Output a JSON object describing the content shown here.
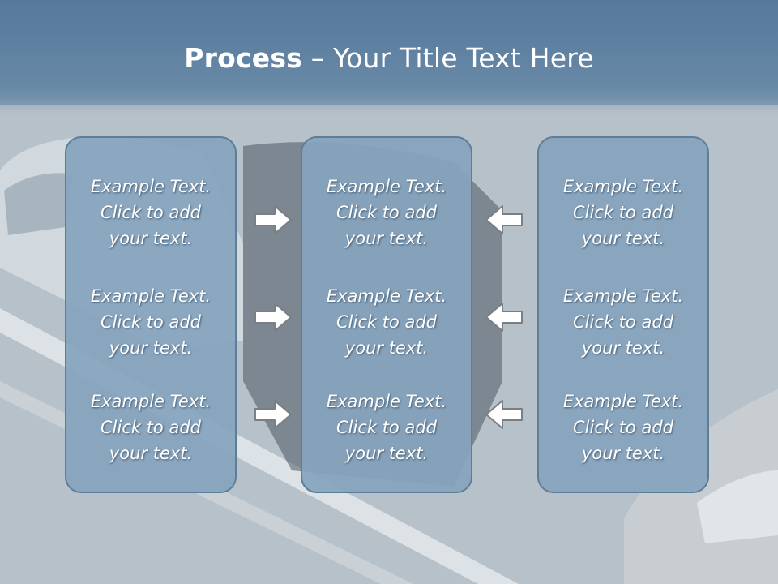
{
  "slide": {
    "title_bold": "Process",
    "title_rest": " – Your Title Text Here"
  },
  "columns": [
    {
      "items": [
        {
          "line1": "Example Text.",
          "line2": "Click  to add",
          "line3": "your text."
        },
        {
          "line1": "Example Text.",
          "line2": "Click  to add",
          "line3": "your text."
        },
        {
          "line1": "Example Text.",
          "line2": "Click  to add",
          "line3": "your text."
        }
      ]
    },
    {
      "items": [
        {
          "line1": "Example Text.",
          "line2": "Click  to add",
          "line3": "your text."
        },
        {
          "line1": "Example Text.",
          "line2": "Click  to add",
          "line3": "your text."
        },
        {
          "line1": "Example Text.",
          "line2": "Click  to add",
          "line3": "your text."
        }
      ]
    },
    {
      "items": [
        {
          "line1": "Example Text.",
          "line2": "Click  to add",
          "line3": "your text."
        },
        {
          "line1": "Example Text.",
          "line2": "Click  to add",
          "line3": "your text."
        },
        {
          "line1": "Example Text.",
          "line2": "Click  to add",
          "line3": "your text."
        }
      ]
    }
  ],
  "icons": {
    "left_column_arrows": "arrow-right-icon",
    "right_column_arrows": "arrow-left-icon"
  },
  "colors": {
    "box_fill": "#86a4be",
    "box_border": "#5e7e98",
    "title_band": "#5d7f9d",
    "text": "#ffffff"
  }
}
